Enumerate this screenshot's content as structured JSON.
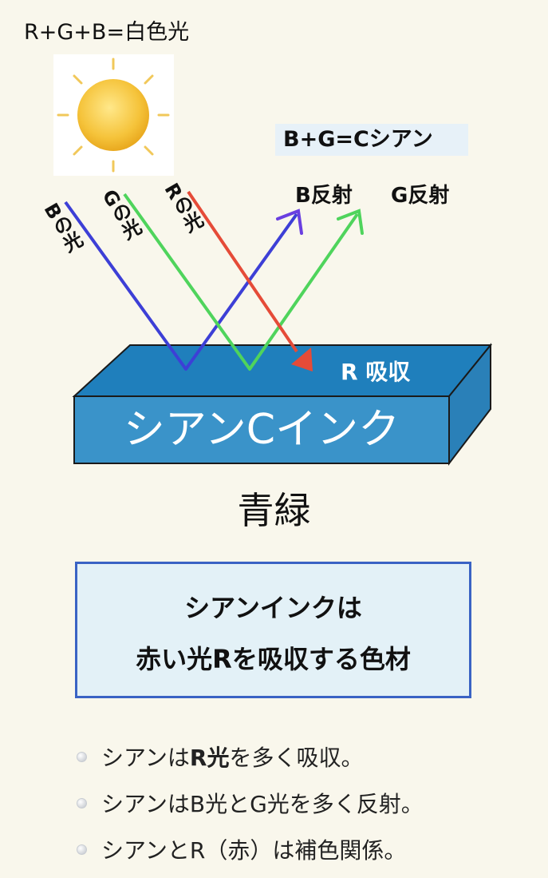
{
  "formula": "R+G+B=白色光",
  "cyan_label": "B+G=Cシアン",
  "reflect_b": "B反射",
  "reflect_g": "G反射",
  "light_b": "Bの光",
  "light_g": "Gの光",
  "light_r": "Rの光",
  "absorb": "R 吸収",
  "ink_label": "シアンCインク",
  "color_name": "青緑",
  "info": {
    "line1": "シアンインクは",
    "line2": "赤い光Rを吸収する色材"
  },
  "bullets": [
    {
      "pre": "シアンは",
      "bold": "R光",
      "post": "を多く吸収。"
    },
    {
      "pre": "シアンはB光とG光を多く反射。",
      "bold": "",
      "post": ""
    },
    {
      "pre": "シアンとR（赤）は補色関係。",
      "bold": "",
      "post": ""
    }
  ],
  "colors": {
    "background": "#f9f7ec",
    "ink_top": "#1f7fbc",
    "ink_front": "#3a93c9",
    "ink_side": "#2a80b8",
    "blue_ray": "#3d3fd6",
    "green_ray": "#4fd45c",
    "red_ray": "#e54b38",
    "box_border": "#3a63c4"
  }
}
